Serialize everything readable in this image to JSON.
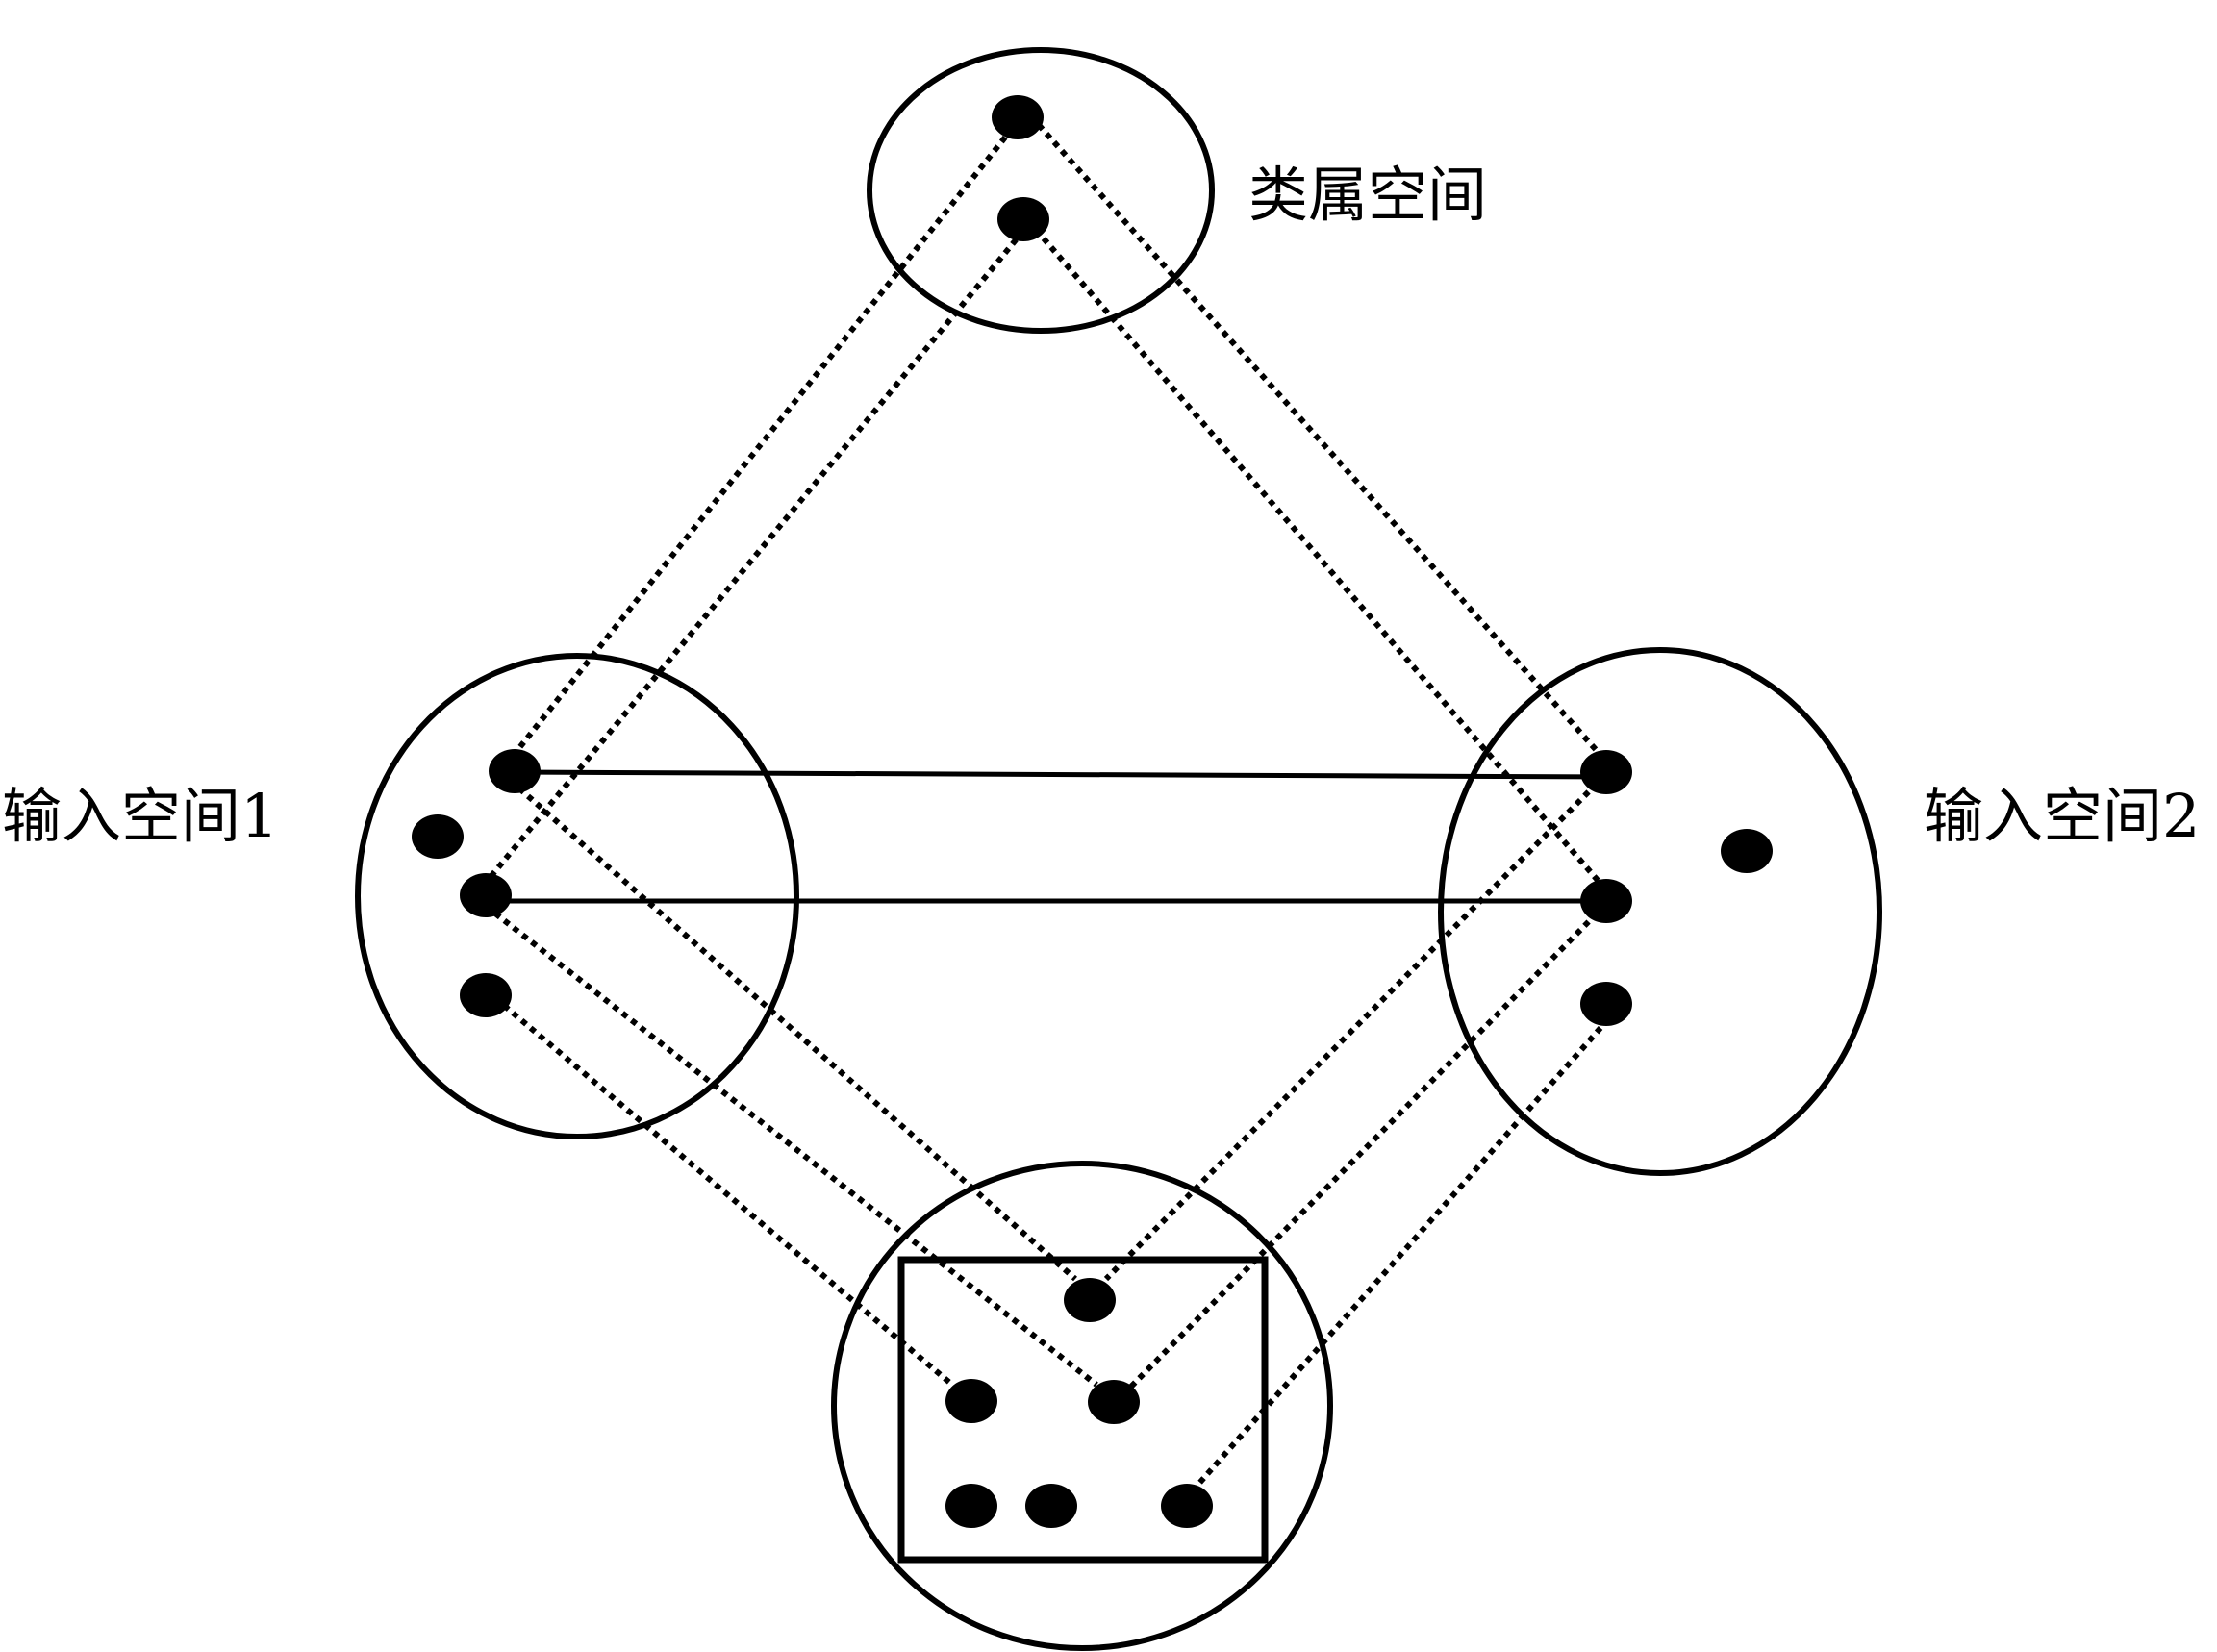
{
  "labels": {
    "generic_space": "类属空间",
    "input_space_1": "输入空间1",
    "input_space_2": "输入空间2"
  },
  "colors": {
    "stroke": "#000000",
    "background": "#ffffff"
  }
}
